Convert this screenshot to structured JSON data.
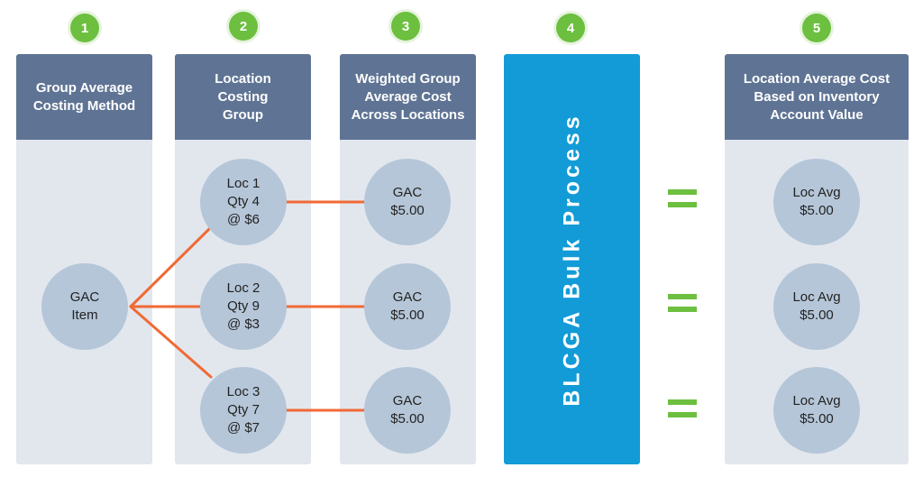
{
  "steps": [
    "1",
    "2",
    "3",
    "4",
    "5"
  ],
  "columns": {
    "group_method": {
      "title": "Group Average\nCosting Method"
    },
    "location_group": {
      "title": "Location\nCosting\nGroup"
    },
    "weighted_cost": {
      "title": "Weighted Group\nAverage Cost\nAcross Locations"
    },
    "process": {
      "title": "BLCGA Bulk Process"
    },
    "location_avg": {
      "title": "Location Average Cost\nBased on Inventory\nAccount Value"
    }
  },
  "gac_item": "GAC\nItem",
  "locations": [
    {
      "label": "Loc 1\nQty 4\n@ $6"
    },
    {
      "label": "Loc 2\nQty 9\n@ $3"
    },
    {
      "label": "Loc 3\nQty 7\n@ $7"
    }
  ],
  "weighted_nodes": [
    "GAC\n$5.00",
    "GAC\n$5.00",
    "GAC\n$5.00"
  ],
  "location_avg_nodes": [
    "Loc Avg\n$5.00",
    "Loc Avg\n$5.00",
    "Loc Avg\n$5.00"
  ],
  "colors": {
    "accent_green": "#6cbf3f",
    "header_slate": "#5f7494",
    "column_bg": "#e2e7ee",
    "node_fill": "#b5c6d8",
    "process_blue": "#129bd7",
    "connector_orange": "#f06a35"
  }
}
